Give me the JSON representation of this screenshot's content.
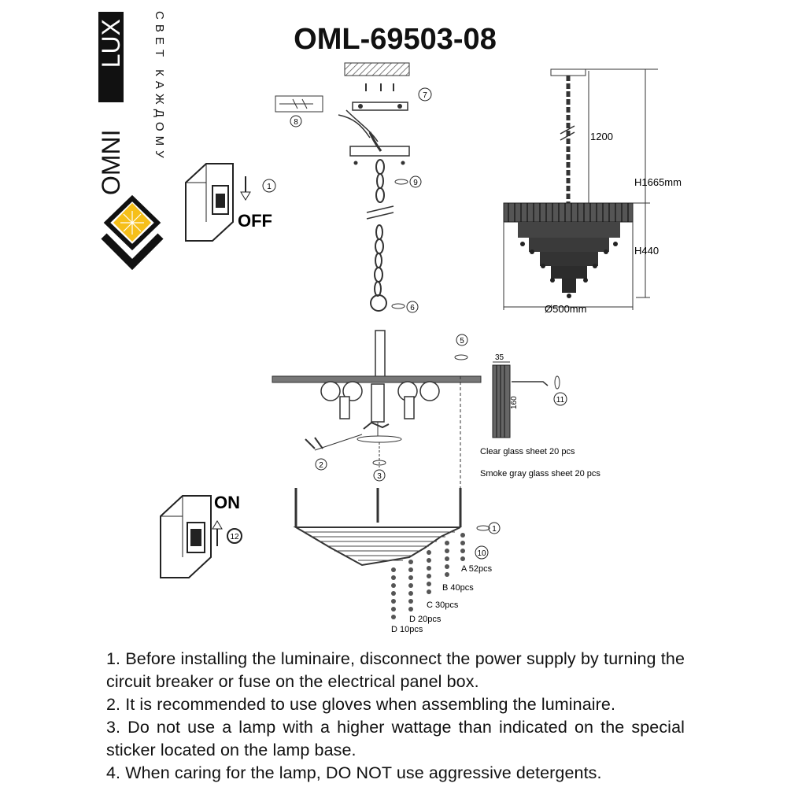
{
  "title": "OML-69503-08",
  "brand": {
    "name_left": "OMNI",
    "name_right": "LUX",
    "tagline": "СВЕТ КАЖДОМУ",
    "accent": "#f5b800"
  },
  "dimensions": {
    "chain": "1200",
    "height_total": "H1665mm",
    "height_body": "H440",
    "diameter": "Ø500mm"
  },
  "switch_labels": {
    "off": "OFF",
    "on": "ON"
  },
  "steps": [
    "1",
    "2",
    "3",
    "6",
    "7",
    "8",
    "9",
    "10",
    "11",
    "12"
  ],
  "step_top": "5",
  "step_top_right": "1",
  "panel_dims": {
    "width": "35",
    "height": "160"
  },
  "glass": {
    "clear": "Clear glass sheet 20 pcs",
    "smoke": "Smoke gray glass sheet 20 pcs"
  },
  "strands": [
    "A 52pcs",
    "B 40pcs",
    "C 30pcs",
    "D 20pcs",
    "D 10pcs"
  ],
  "instructions": [
    "1. Before installing the luminaire, disconnect the power supply by turning the circuit breaker or fuse on the electrical panel box.",
    "2. It is recommended to use gloves when assembling the luminaire.",
    "3. Do not use a lamp with a higher wattage than indicated on the special sticker located on the lamp base.",
    "4. When caring for the lamp, DO NOT use aggressive detergents."
  ]
}
